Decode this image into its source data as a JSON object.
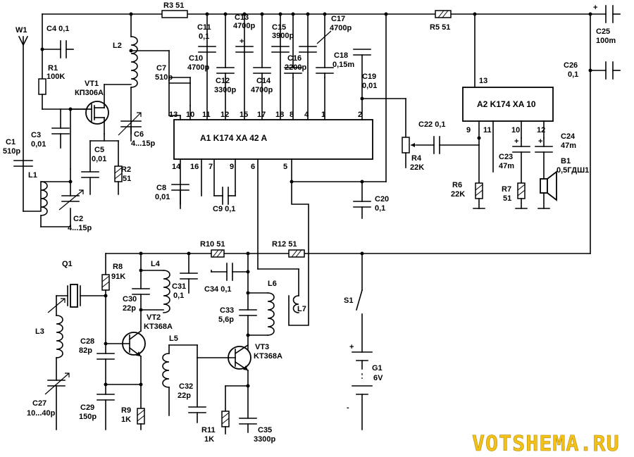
{
  "ic1": {
    "title": "A1  K174 XA 42 A",
    "pins_top": [
      "13",
      "10",
      "11",
      "12",
      "15",
      "17",
      "18",
      "8",
      "4",
      "1",
      "2"
    ],
    "pins_bottom": [
      "14",
      "16",
      "7",
      "9",
      "6",
      "5"
    ]
  },
  "ic2": {
    "title": "A2  K174 XA 10",
    "pin_top": "13",
    "pins_bottom": [
      "9",
      "11",
      "10",
      "12"
    ]
  },
  "labels": {
    "W1": "W1",
    "C4": "C4 0,1",
    "R1a": "R1",
    "R1b": "100K",
    "VT1a": "VT1",
    "VT1b": "КП306А",
    "L2": "L2",
    "R3": "R3  51",
    "C11a": "C11",
    "C11b": "0,1",
    "C13a": "C13",
    "C13b": "4700p",
    "C15a": "C15",
    "C15b": "3900p",
    "C17a": "C17",
    "C17b": "4700p",
    "R5": "R5  51",
    "C25a": "C25",
    "C25b": "100m",
    "C10a": "C10",
    "C10b": "4700p",
    "C7a": "C7",
    "C7b": "510p",
    "C12a": "C12",
    "C12b": "3300p",
    "C14a": "C14",
    "C14b": "4700p",
    "C16a": "C16",
    "C16b": "2200p",
    "C18a": "C18",
    "C18b": "0,15m",
    "C19a": "C19",
    "C19b": "0,01",
    "C26a": "C26",
    "C26b": "0,1",
    "C3a": "C3",
    "C3b": "0,01",
    "C6a": "C6",
    "C6b": "4...15p",
    "C5a": "C5",
    "C5b": "0,01",
    "R2a": "R2",
    "R2b": "51",
    "C1a": "C1",
    "C1b": "510p",
    "L1": "L1",
    "C2a": "C2",
    "C2b": "4...15p",
    "C8a": "C8",
    "C8b": "0,01",
    "C9": "C9 0,1",
    "C20a": "C20",
    "C20b": "0,1",
    "C22": "C22 0,1",
    "R4a": "R4",
    "R4b": "22K",
    "C23a": "C23",
    "C23b": "47m",
    "C24a": "C24",
    "C24b": "47m",
    "B1a": "B1",
    "B1b": "0,5ГДШ1",
    "R6a": "R6",
    "R6b": "22K",
    "R7a": "R7",
    "R7b": "51",
    "R10": "R10  51",
    "R12": "R12  51",
    "Q1": "Q1",
    "R8a": "R8",
    "R8b": "91K",
    "L4": "L4",
    "C31a": "C31",
    "C31b": "0,1",
    "C34": "C34 0,1",
    "L6": "L6",
    "C30a": "C30",
    "C30b": "22p",
    "VT2a": "VT2",
    "VT2b": "KT368A",
    "C33a": "C33",
    "C33b": "5,6p",
    "L7": "L7",
    "S1": "S1",
    "L3": "L3",
    "C28a": "C28",
    "C28b": "82p",
    "L5": "L5",
    "VT3a": "VT3",
    "VT3b": "KT368A",
    "G1a": "G1",
    "G1b": "6V",
    "C32a": "C32",
    "C32b": "22p",
    "C27a": "C27",
    "C27b": "10...40p",
    "C29a": "C29",
    "C29b": "150p",
    "R9a": "R9",
    "R9b": "1K",
    "R11a": "R11",
    "R11b": "1K",
    "C35a": "C35",
    "C35b": "3300p",
    "plus": "+",
    "minus": "-"
  },
  "watermark": "VOTSHEMA.RU"
}
